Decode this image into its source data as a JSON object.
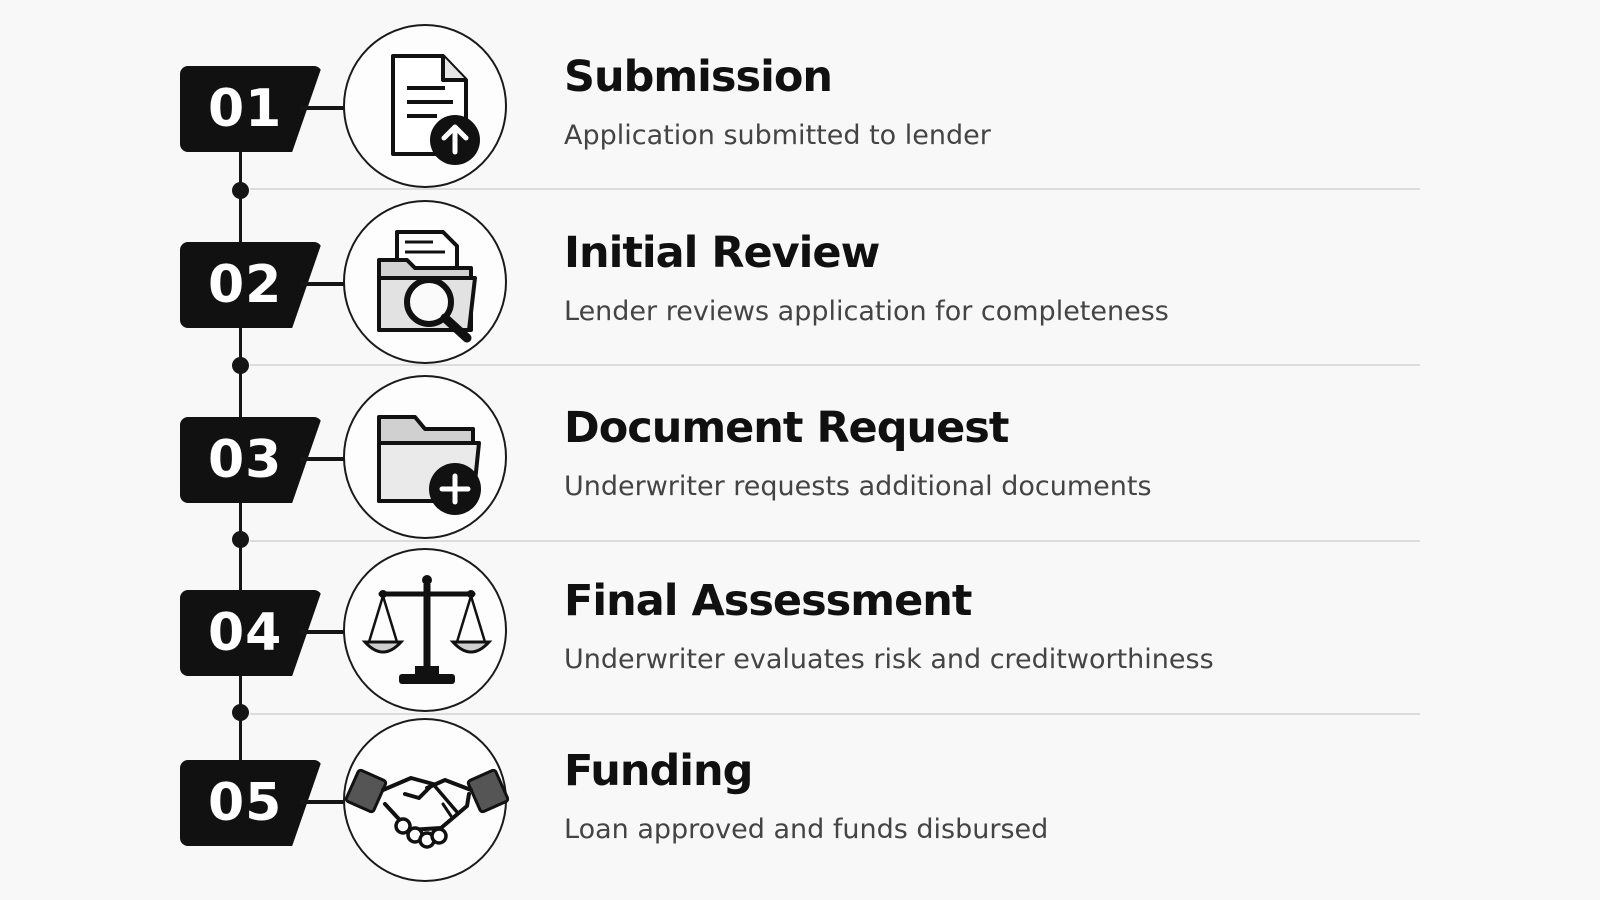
{
  "steps": [
    {
      "number": "01",
      "title": "Submission",
      "description": "Application submitted to lender",
      "icon": "document-upload-icon"
    },
    {
      "number": "02",
      "title": "Initial Review",
      "description": "Lender reviews application for completeness",
      "icon": "folder-magnifier-icon"
    },
    {
      "number": "03",
      "title": "Document Request",
      "description": "Underwriter requests additional documents",
      "icon": "folder-add-icon"
    },
    {
      "number": "04",
      "title": "Final Assessment",
      "description": "Underwriter evaluates risk and creditworthiness",
      "icon": "scales-icon"
    },
    {
      "number": "05",
      "title": "Funding",
      "description": "Loan approved and funds disbursed",
      "icon": "handshake-icon"
    }
  ],
  "colors": {
    "badge": "#111111",
    "title": "#101010",
    "description": "#444444",
    "divider": "#dcdcdc",
    "background": "#f8f8f8"
  }
}
